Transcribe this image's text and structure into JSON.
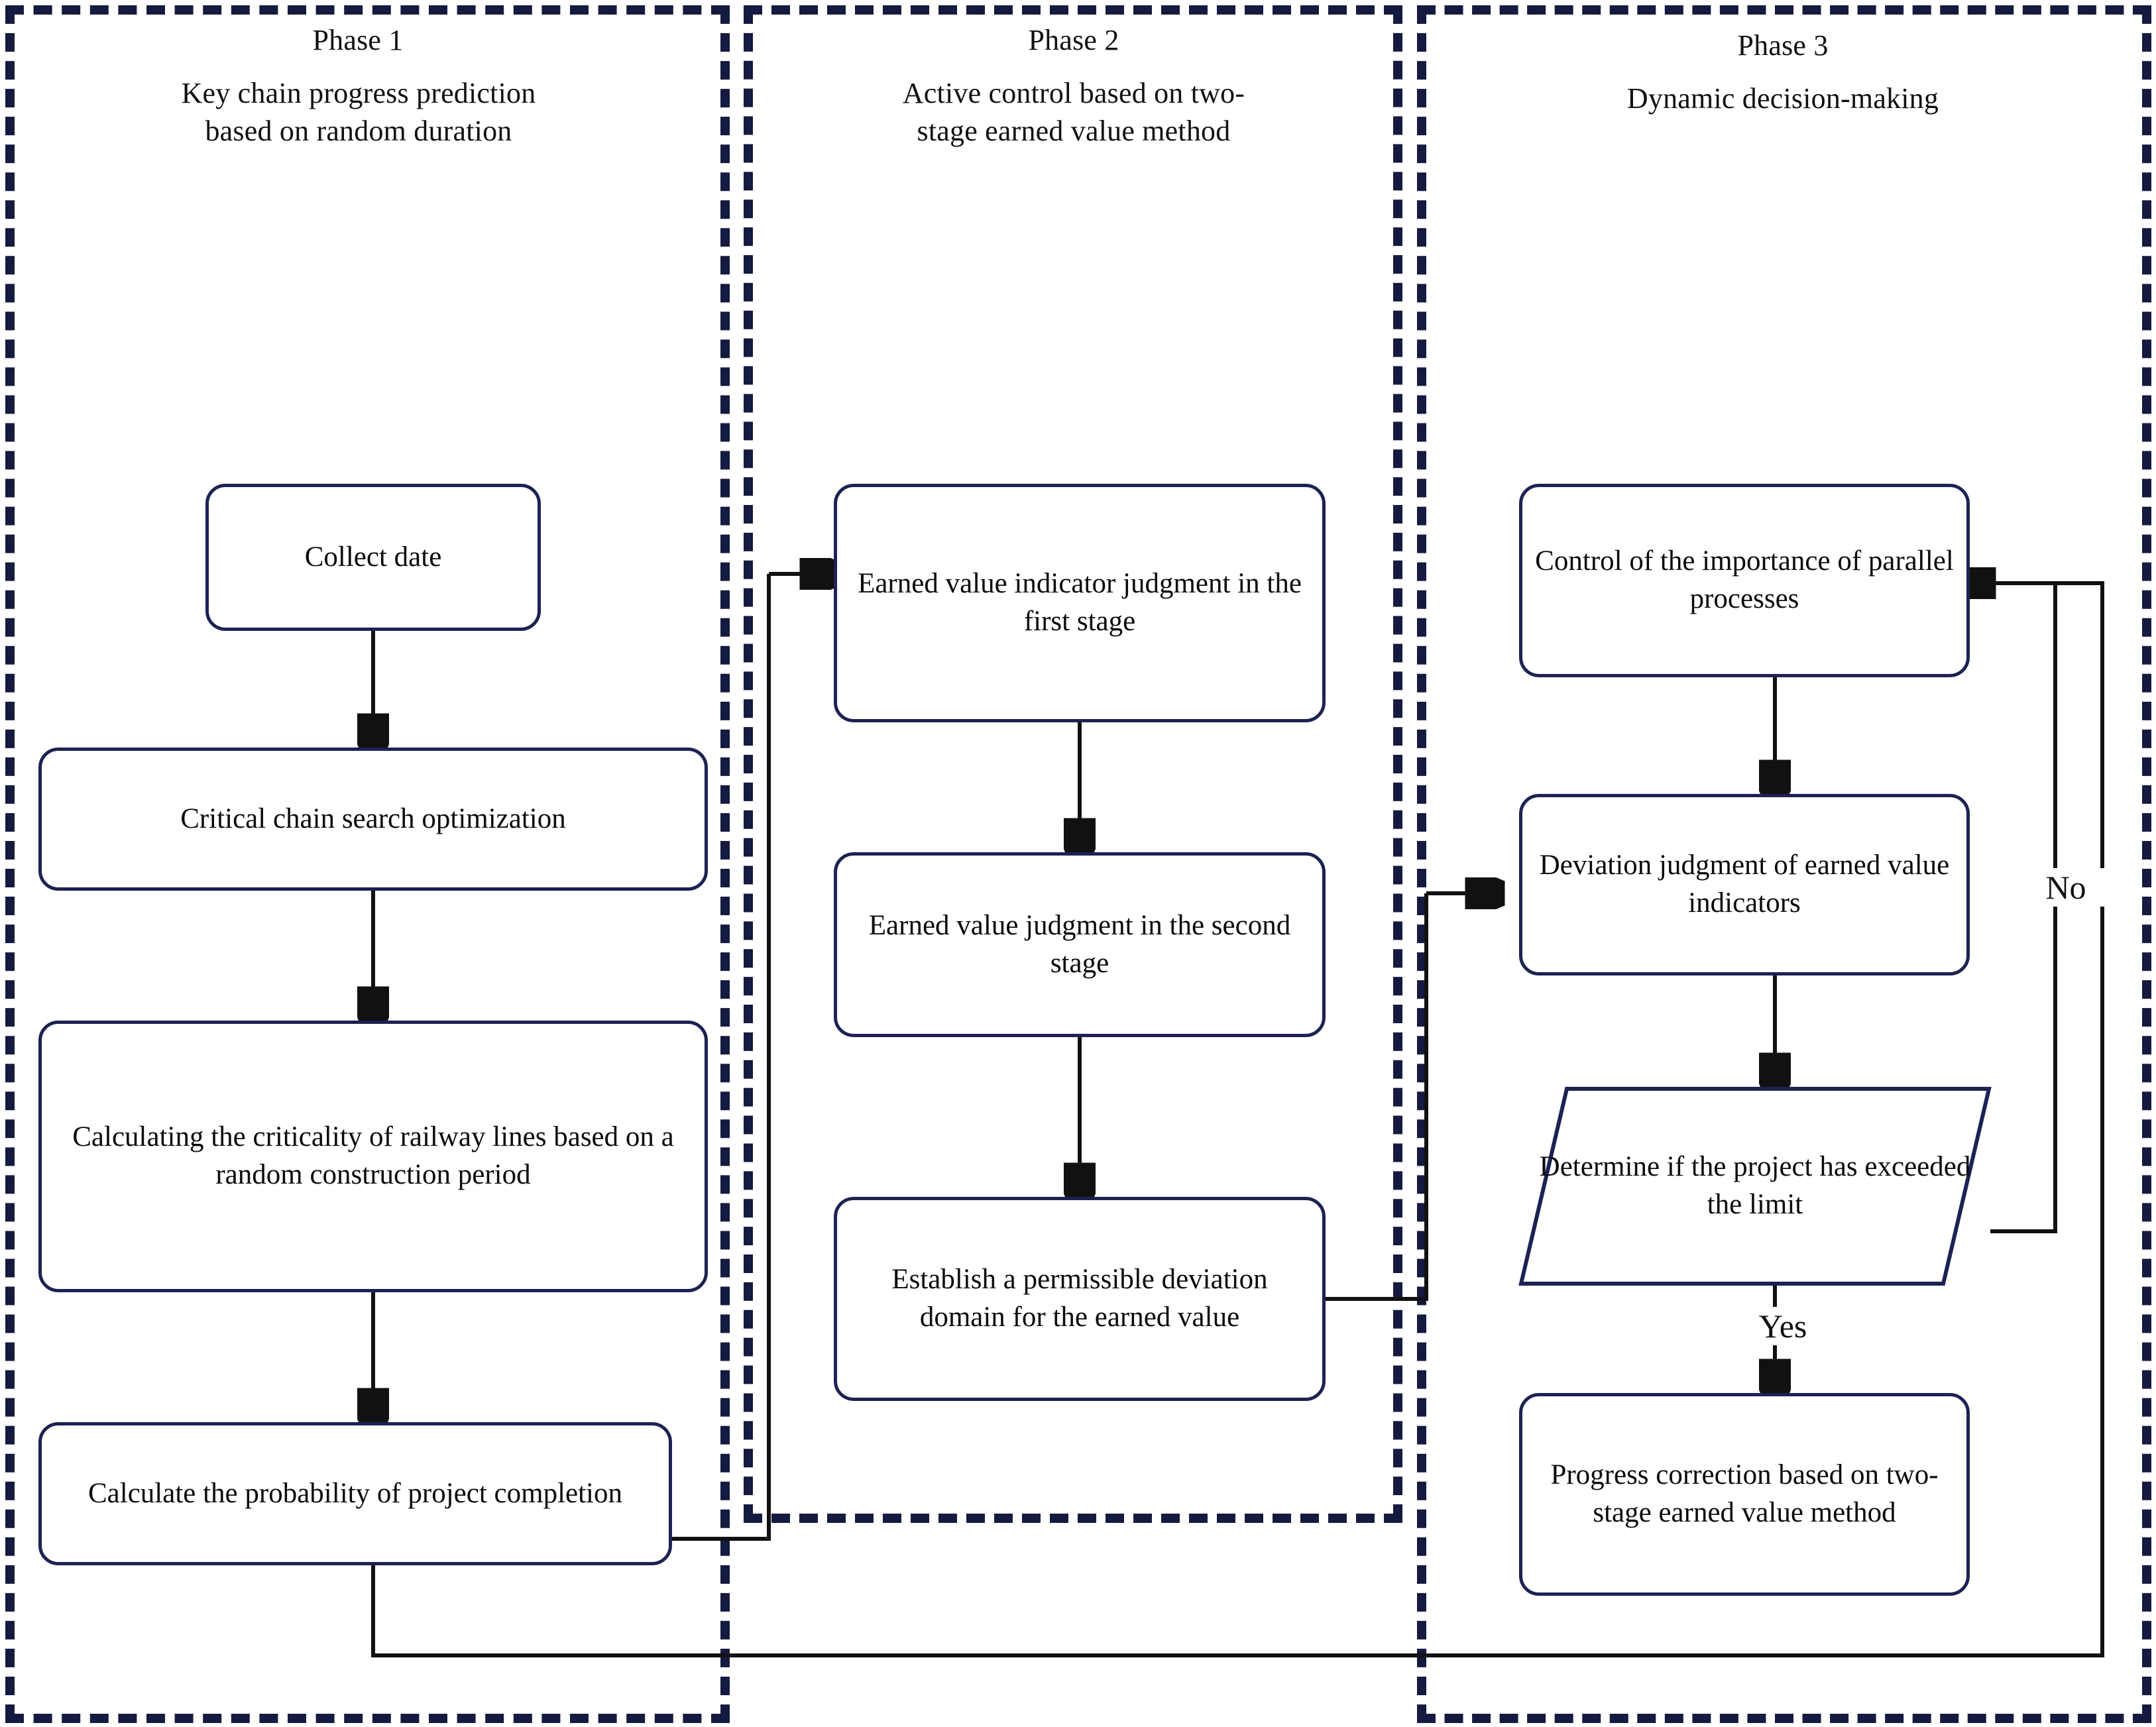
{
  "colors": {
    "phase_border": "#151a40",
    "node_border": "#1c2352",
    "connector": "#111111",
    "text": "#0b0b0b",
    "background": "#ffffff"
  },
  "phases": [
    {
      "id": "phase-1",
      "title": "Phase 1",
      "subtitle": "Key chain progress prediction based on random duration",
      "nodes": [
        {
          "id": "collect-date",
          "label": "Collect date"
        },
        {
          "id": "critical-chain-search",
          "label": "Critical chain search optimization"
        },
        {
          "id": "calculating-criticality",
          "label": "Calculating the criticality of railway lines based on a random construction period"
        },
        {
          "id": "calculate-probability",
          "label": "Calculate the probability of project completion"
        }
      ]
    },
    {
      "id": "phase-2",
      "title": "Phase 2",
      "subtitle": "Active control based on two-stage earned value method",
      "nodes": [
        {
          "id": "ev-indicator-first-stage",
          "label": "Earned value indicator judgment in the first stage"
        },
        {
          "id": "ev-judgment-second-stage",
          "label": "Earned value judgment in the second stage"
        },
        {
          "id": "permissible-deviation",
          "label": "Establish a permissible deviation domain for the earned value"
        }
      ]
    },
    {
      "id": "phase-3",
      "title": "Phase 3",
      "subtitle": "Dynamic decision-making",
      "nodes": [
        {
          "id": "control-importance",
          "label": "Control of the importance of parallel processes"
        },
        {
          "id": "deviation-judgment",
          "label": "Deviation judgment of earned value indicators"
        },
        {
          "id": "determine-exceeded",
          "label": "Determine if the project has exceeded the limit",
          "shape": "parallelogram"
        },
        {
          "id": "progress-correction",
          "label": "Progress correction based on two-stage earned value method"
        }
      ]
    }
  ],
  "edge_labels": {
    "no": "No",
    "yes": "Yes"
  }
}
